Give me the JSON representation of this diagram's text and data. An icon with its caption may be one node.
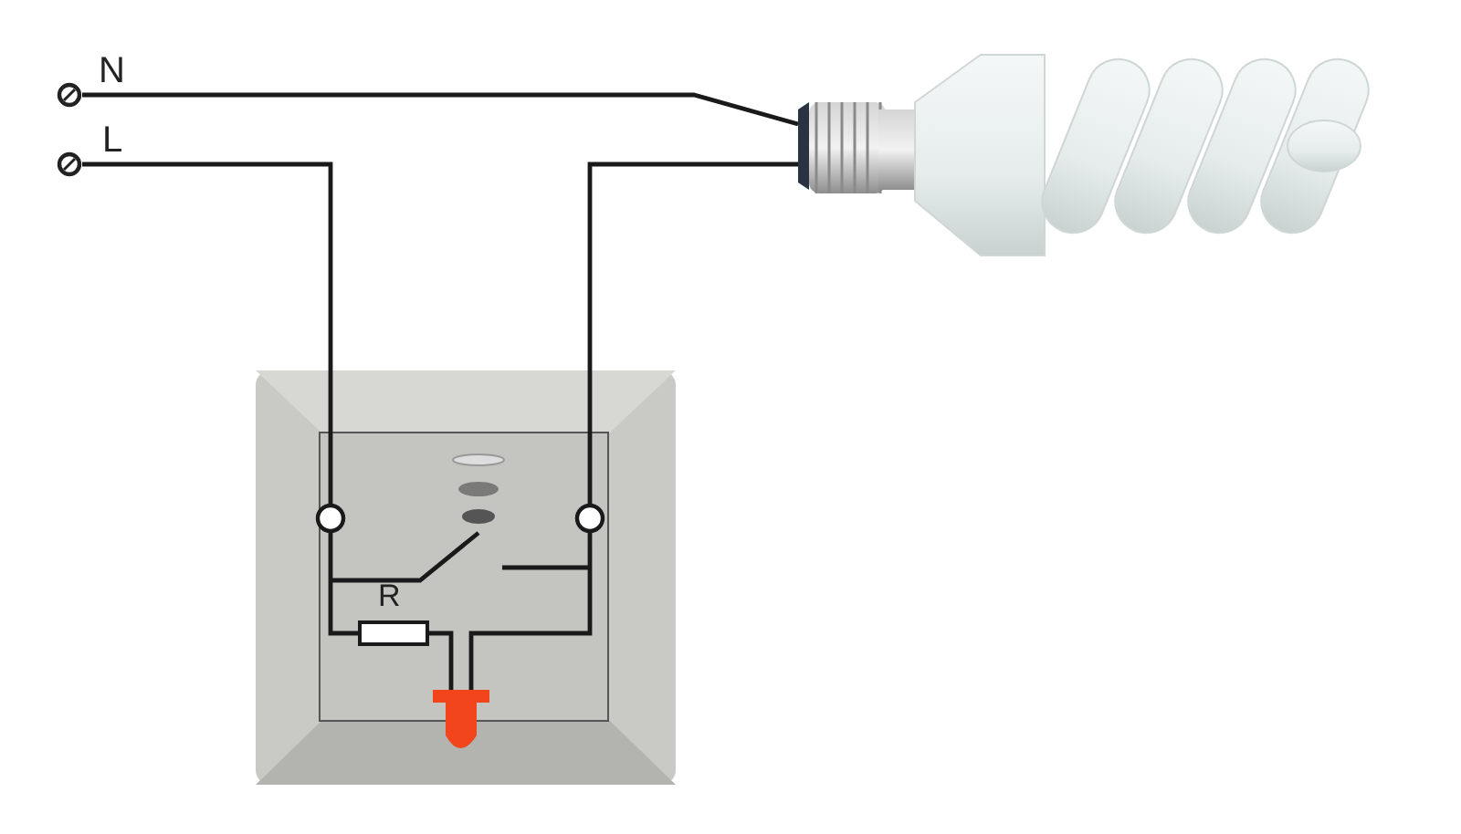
{
  "diagram": {
    "nodes": [
      {
        "text": [],
        "shape": "circle",
        "beside": [
          "N"
        ]
      },
      {
        "text": [],
        "shape": "circle",
        "beside": [
          "L"
        ]
      },
      {
        "text": [],
        "shape": "picture"
      },
      {
        "text": [],
        "shape": "picture"
      }
    ],
    "edges": [
      {
        "from": 0,
        "to": 2,
        "arrow": "none"
      },
      {
        "from": 1,
        "to": 3,
        "arrow": "none"
      },
      {
        "from": 3,
        "to": 2,
        "arrow": "none"
      }
    ],
    "labels": [
      "R"
    ]
  }
}
